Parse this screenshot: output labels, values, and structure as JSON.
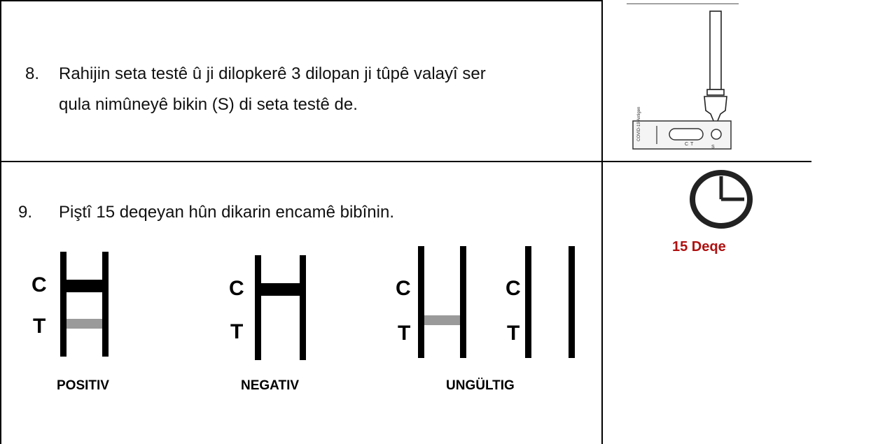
{
  "steps": [
    {
      "number": "8.",
      "line1": "Rahijin seta testê û ji dilopkerê 3 dilopan ji tûpê valayî ser",
      "line2": "qula nimûneyê bikin (S) di seta testê de."
    },
    {
      "number": "9.",
      "line1": "Piştî 15 deqeyan hûn dikarin encamê bibînin."
    }
  ],
  "results": {
    "control_letter": "C",
    "test_letter": "T",
    "positive_label": "POSITIV",
    "negative_label": "NEGATIV",
    "invalid_label": "UNGÜLTIG"
  },
  "timer": {
    "label": "15 Deqe",
    "color": "#b01010"
  },
  "cassette": {
    "well_letter": "S",
    "line_c": "C",
    "line_t": "T",
    "side_text": "COVID-19 Antigen"
  }
}
